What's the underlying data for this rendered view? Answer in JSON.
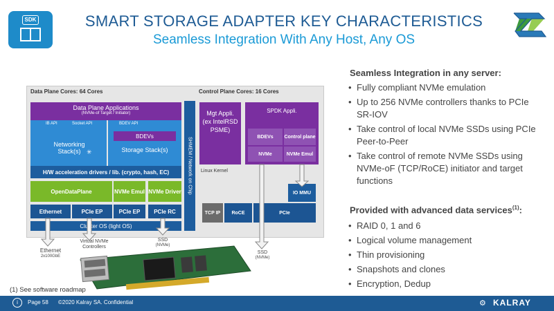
{
  "header": {
    "title": "SMART STORAGE ADAPTER KEY CHARACTERISTICS",
    "subtitle": "Seamless Integration With Any Host, Any OS",
    "sdk_label": "SDK"
  },
  "diagram": {
    "data_plane_label": "Data Plane Cores: 64 Cores",
    "control_plane_label": "Control Plane Cores: 16 Cores",
    "dp_apps_line1": "Data Plane Applications",
    "dp_apps_line2": "(NVMe-of Target / Initiator)",
    "ib_api": "IB API",
    "socket_api": "Socket API",
    "bdev_api": "BDEV API",
    "bdevs": "BDEVs",
    "networking_stack": "Networking Stack(s)",
    "storage_stack": "Storage Stack(s)",
    "hw_accel": "H/W acceleration drivers / lib. (crypto, hash,  EC)",
    "open_data_plane": "OpenDataPlane",
    "nvme_emul": "NVMe Emul",
    "nvme_driver": "NVMe Driver",
    "ethernet": "Ethernet",
    "pcie_ep_1": "PCIe EP",
    "pcie_ep_2": "PCIe EP",
    "pcie_rc": "PCIe RC",
    "cluster_os": "Cluster OS    (light OS)",
    "shmem": "SHMEM / Network on Chip",
    "mgt_appli": "Mgt Appli. (ex IntelRSD PSME)",
    "spdk_appli": "SPDK Appli.",
    "cp_bdevs": "BDEVs",
    "control_plane_box": "Control plane",
    "cp_nvme": "NVMe",
    "cp_nvme_emul": "NVMe Emul",
    "linux_kernel": "Linux Kernel",
    "io_mmu": "IO MMU",
    "tcp_ip": "TCP IP",
    "roce": "RoCE",
    "cp_pcie": "PCIe",
    "ethernet_bottom": "Ethernet",
    "ethernet_speed": "2x100GbE",
    "virtual_nvme": "Virtual NVMe Controllers",
    "ssd_mid": "SSD",
    "ssd_mid_sub": "(NVMe)",
    "ssd_right": "SSD",
    "ssd_right_sub": "(NVMe)"
  },
  "right_panel": {
    "heading1": "Seamless Integration in any server:",
    "bullets1": [
      "Fully compliant NVMe emulation",
      "Up to 256 NVMe controllers thanks to PCIe SR-IOV",
      "Take control of local NVMe SSDs using PCIe Peer-to-Peer",
      "Take control of remote NVMe SSDs using NVMe-oF (TCP/RoCE) initiator and target functions"
    ],
    "heading2": "Provided with advanced data services",
    "heading2_sup": "(1)",
    "heading2_tail": ":",
    "bullets2": [
      "RAID 0, 1 and 6",
      "Logical volume management",
      "Thin provisioning",
      "Snapshots and clones",
      "Encryption, Dedup"
    ]
  },
  "footnote": "(1) See software roadmap",
  "footer": {
    "page": "Page 58",
    "copyright": "©2020 Kalray SA. Confidential",
    "brand": "KALRAY"
  },
  "colors": {
    "title": "#1e5b94",
    "subtitle": "#1a9ad6",
    "purple": "#7a2fa0",
    "blue": "#2f8bd4",
    "green": "#7ab929",
    "navy": "#1c5593"
  }
}
